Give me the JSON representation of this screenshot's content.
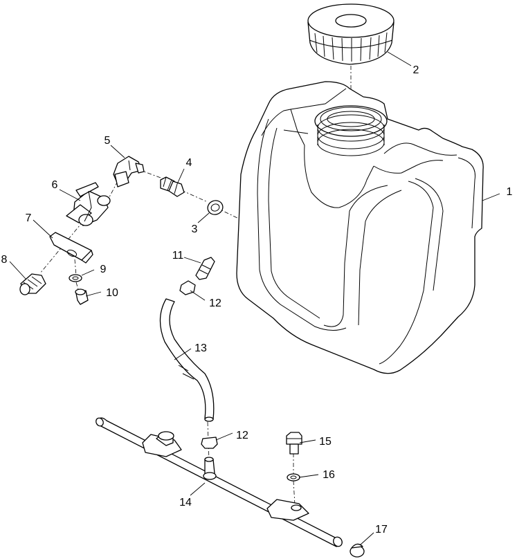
{
  "callouts": [
    {
      "id": "1",
      "label": "1"
    },
    {
      "id": "2",
      "label": "2"
    },
    {
      "id": "3",
      "label": "3"
    },
    {
      "id": "4",
      "label": "4"
    },
    {
      "id": "5",
      "label": "5"
    },
    {
      "id": "6",
      "label": "6"
    },
    {
      "id": "7",
      "label": "7"
    },
    {
      "id": "8",
      "label": "8"
    },
    {
      "id": "9",
      "label": "9"
    },
    {
      "id": "10",
      "label": "10"
    },
    {
      "id": "11",
      "label": "11"
    },
    {
      "id": "12a",
      "label": "12"
    },
    {
      "id": "13",
      "label": "13"
    },
    {
      "id": "12b",
      "label": "12"
    },
    {
      "id": "15",
      "label": "15"
    },
    {
      "id": "16",
      "label": "16"
    },
    {
      "id": "14",
      "label": "14"
    },
    {
      "id": "17",
      "label": "17"
    }
  ]
}
